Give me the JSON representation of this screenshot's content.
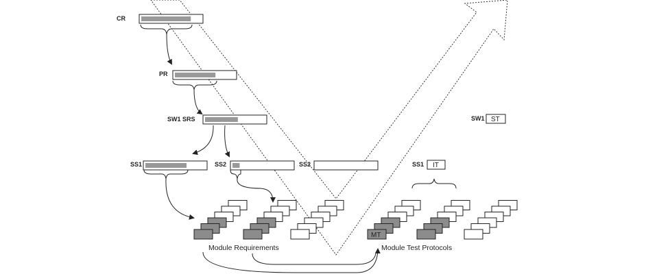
{
  "diagram": {
    "title": "V-model software development process",
    "requirement_levels": [
      {
        "id": "cr",
        "label": "CR",
        "progress": 0.83
      },
      {
        "id": "pr",
        "label": "PR",
        "progress": 0.68
      },
      {
        "id": "sw1-srs",
        "label": "SW1 SRS",
        "progress": 0.55
      },
      {
        "id": "ss1",
        "label": "SS1",
        "progress": 0.69
      },
      {
        "id": "ss2-left",
        "label": "SS2",
        "progress": 0.12
      },
      {
        "id": "ss2-right",
        "label": "SS2",
        "progress": 0.0
      }
    ],
    "test_levels": [
      {
        "id": "sw1-st",
        "label": "SW1",
        "box_text": "ST"
      },
      {
        "id": "ss1-it",
        "label": "SS1",
        "box_text": "IT"
      }
    ],
    "module_groups": {
      "requirements_caption": "Module Requirements",
      "test_protocols_caption": "Module Test Protocols",
      "mt_label": "MT"
    },
    "colors": {
      "stroke": "#222222",
      "progress_fill": "#999999",
      "filled_doc": "#8c8c8c",
      "empty_doc": "#ffffff"
    }
  }
}
